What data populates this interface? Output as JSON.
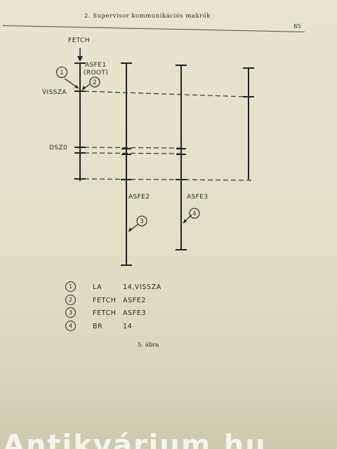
{
  "header": {
    "title": "2. Supervisor kommunikációs makrók",
    "page_number": "85"
  },
  "diagram": {
    "labels": {
      "fetch": "FETCH",
      "asfe1": "ASFE1",
      "root": "(ROOT)",
      "vissza": "VISSZA",
      "dszo": "DSZ0",
      "asfe2": "ASFE2",
      "asfe3": "ASFE3"
    },
    "markers": [
      "1",
      "2",
      "3",
      "4"
    ]
  },
  "legend": [
    {
      "num": "1",
      "op": "LA",
      "arg": "14,VISSZA"
    },
    {
      "num": "2",
      "op": "FETCH",
      "arg": "ASFE2"
    },
    {
      "num": "3",
      "op": "FETCH",
      "arg": "ASFE3"
    },
    {
      "num": "4",
      "op": "BR",
      "arg": "14"
    }
  ],
  "caption": "5. ábra",
  "watermark": "Antikvárium.hu"
}
